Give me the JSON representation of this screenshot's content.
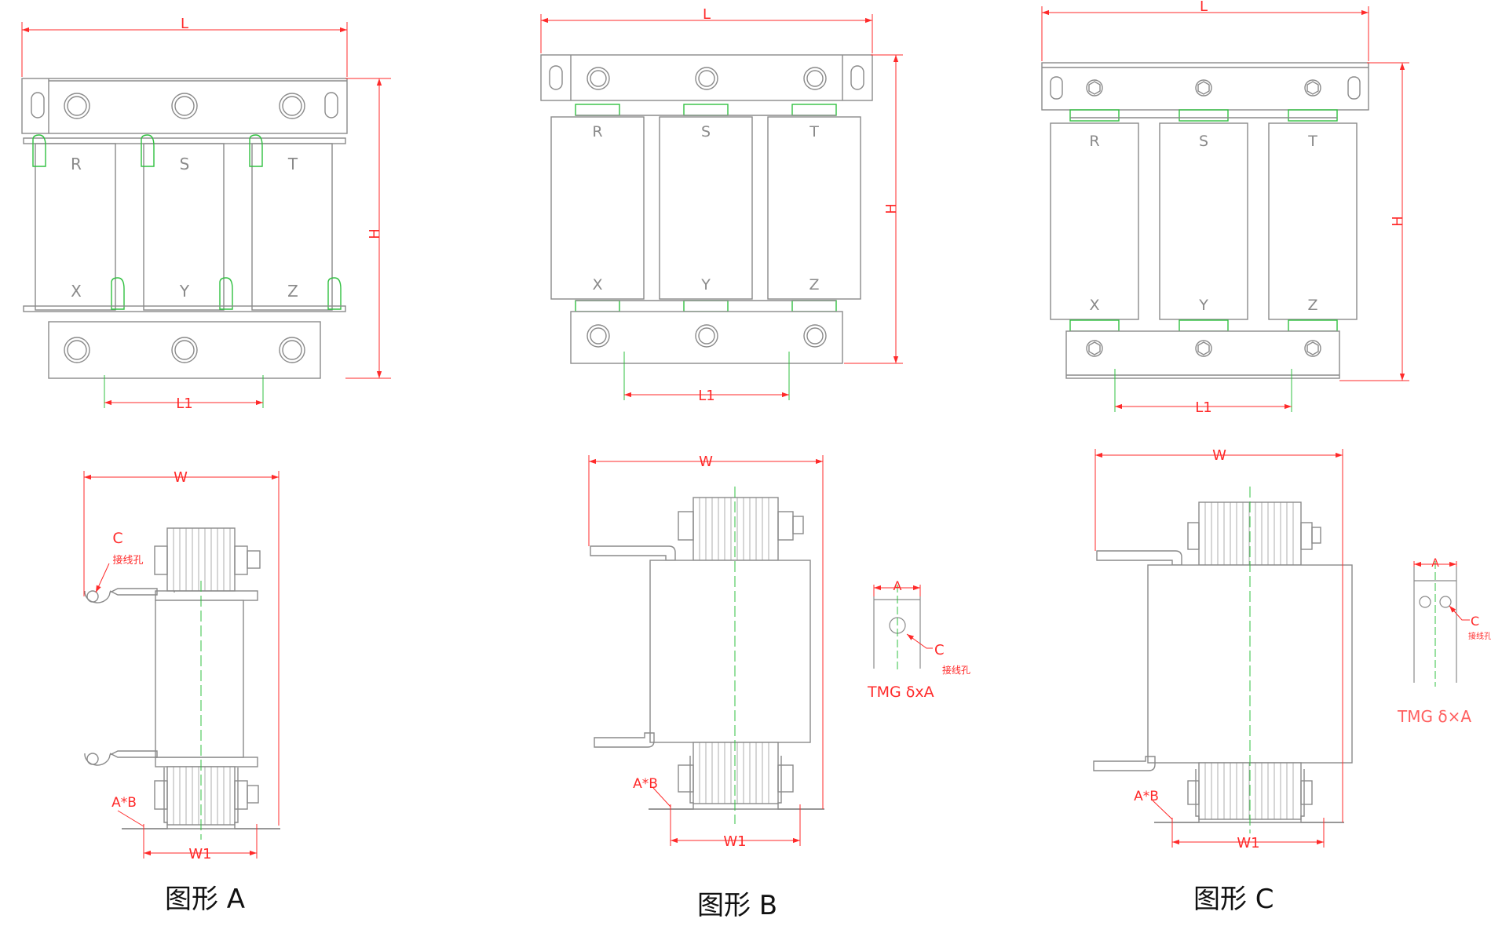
{
  "colors": {
    "outline": "#8a8a8a",
    "dimension": "#ff2a2a",
    "centerline": "#30c040",
    "caption": "#111111"
  },
  "figures": [
    {
      "caption": "图形 A",
      "front_view": {
        "dims": {
          "length": "L",
          "length_mount": "L1",
          "height": "H"
        },
        "terminals_top": [
          "R",
          "S",
          "T"
        ],
        "terminals_bottom": [
          "X",
          "Y",
          "Z"
        ]
      },
      "side_view": {
        "dims": {
          "width": "W",
          "width_mount": "W1",
          "slot": "A*B"
        },
        "hole_label": "C",
        "hole_note": "接线孔"
      }
    },
    {
      "caption": "图形 B",
      "front_view": {
        "dims": {
          "length": "L",
          "length_mount": "L1",
          "height": "H"
        },
        "terminals_top": [
          "R",
          "S",
          "T"
        ],
        "terminals_bottom": [
          "X",
          "Y",
          "Z"
        ]
      },
      "side_view": {
        "dims": {
          "width": "W",
          "width_mount": "W1",
          "slot": "A*B"
        }
      },
      "detail": {
        "dim": "A",
        "hole_label": "C",
        "hole_note": "接线孔",
        "spec": "TMG δxA"
      }
    },
    {
      "caption": "图形 C",
      "front_view": {
        "dims": {
          "length": "L",
          "length_mount": "L1",
          "height": "H"
        },
        "terminals_top": [
          "R",
          "S",
          "T"
        ],
        "terminals_bottom": [
          "X",
          "Y",
          "Z"
        ]
      },
      "side_view": {
        "dims": {
          "width": "W",
          "width_mount": "W1",
          "slot": "A*B"
        }
      },
      "detail": {
        "dim": "A",
        "hole_label": "C",
        "hole_note": "接线孔",
        "spec": "TMG δ×A"
      }
    }
  ]
}
